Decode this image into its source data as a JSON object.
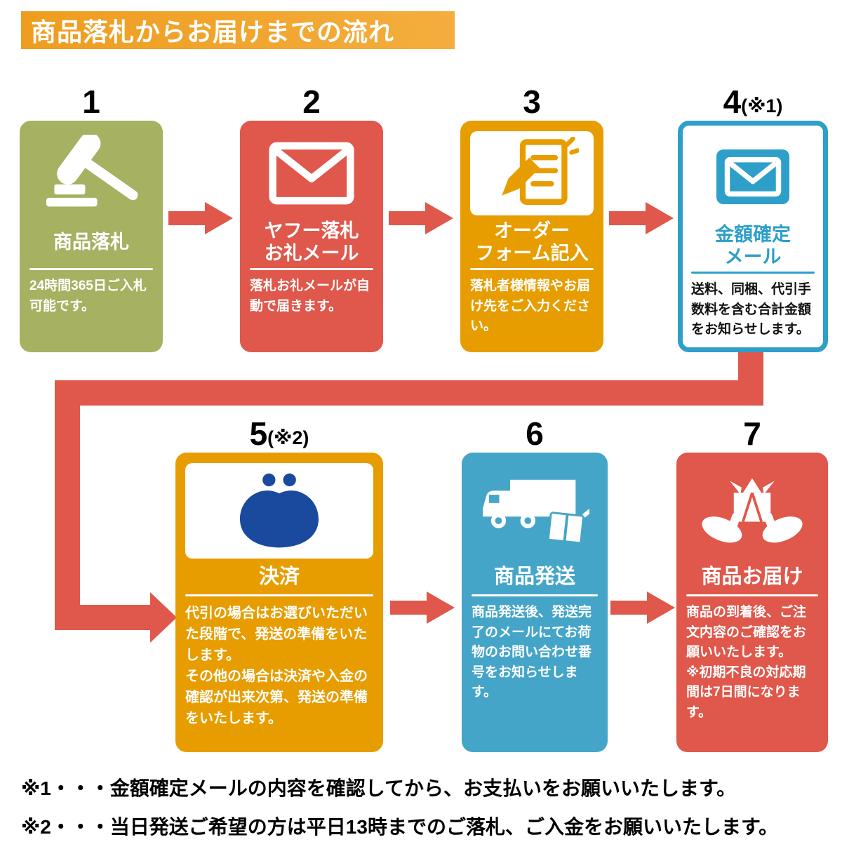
{
  "header": {
    "title": "商品落札からお届けまでの流れ"
  },
  "steps": [
    {
      "number": "1",
      "suffix": "",
      "title": "商品落札",
      "desc": "24時間365日ご入札可能です。",
      "icon": "gavel-icon",
      "color": "#a6b161"
    },
    {
      "number": "2",
      "suffix": "",
      "title": "ヤフー落札\nお礼メール",
      "desc": "落札お礼メールが自動で届きます。",
      "icon": "mail-icon",
      "color": "#df584b"
    },
    {
      "number": "3",
      "suffix": "",
      "title": "オーダー\nフォーム記入",
      "desc": "落札者様情報やお届け先をご入力ください。",
      "icon": "order-form-icon",
      "color": "#e79d00"
    },
    {
      "number": "4",
      "suffix": "(※1)",
      "title": "金額確定\nメール",
      "desc": "送料、同梱、代引手数料を含む合計金額をお知らせします。",
      "icon": "price-mail-icon",
      "color": "#2d9fc9"
    },
    {
      "number": "5",
      "suffix": "(※2)",
      "title": "決済",
      "desc": "代引の場合はお選びいただいた段階で、発送の準備をいたします。\nその他の場合は決済や入金の確認が出来次第、発送の準備をいたします。",
      "icon": "coin-purse-icon",
      "color": "#e79d00"
    },
    {
      "number": "6",
      "suffix": "",
      "title": "商品発送",
      "desc": "商品発送後、発送完了のメールにてお荷物のお問い合わせ番号をお知らせします。",
      "icon": "truck-icon",
      "color": "#45a5c8"
    },
    {
      "number": "7",
      "suffix": "",
      "title": "商品お届け",
      "desc": "商品の到着後、ご注文内容のご確認をお願いいたします。\n※初期不良の対応期間は7日間になります。",
      "icon": "delivery-hands-icon",
      "color": "#df584b"
    }
  ],
  "notes": [
    "※1・・・金額確定メールの内容を確認してから、お支払いをお願いいたします。",
    "※2・・・当日発送ご希望の方は平日13時までのご落札、ご入金をお願いいたします。"
  ],
  "colors": {
    "banner": "#f0a02c",
    "green": "#a6b161",
    "red": "#df584b",
    "orange": "#e79d00",
    "blue": "#45a5c8",
    "blue_accent": "#2d9fc9",
    "navy_purse": "#1a4a9e",
    "arrow": "#df584b"
  }
}
